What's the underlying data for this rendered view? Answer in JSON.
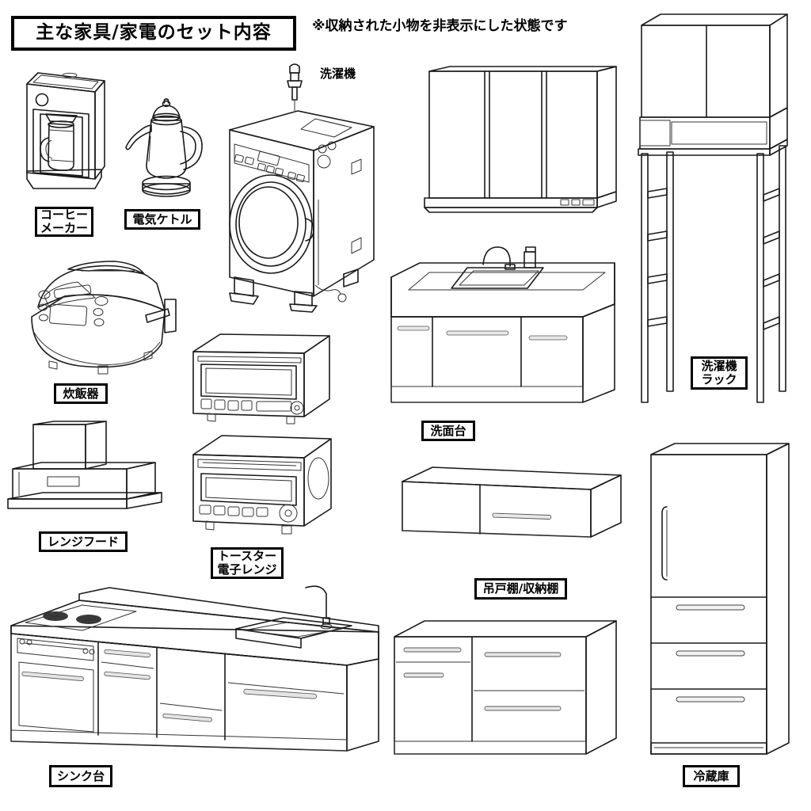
{
  "header": {
    "title": "主な家具/家電のセット内容",
    "note": "※収納された小物を非表示にした状態です"
  },
  "items": [
    {
      "id": "coffee-maker",
      "label_lines": [
        "コーヒー",
        "メーカー"
      ],
      "boxed": true
    },
    {
      "id": "electric-kettle",
      "label_lines": [
        "電気ケトル"
      ],
      "boxed": true
    },
    {
      "id": "washing-machine",
      "label_lines": [
        "洗濯機"
      ],
      "boxed": false
    },
    {
      "id": "rice-cooker",
      "label_lines": [
        "炊飯器"
      ],
      "boxed": true
    },
    {
      "id": "range-hood",
      "label_lines": [
        "レンジフード"
      ],
      "boxed": true
    },
    {
      "id": "toaster-microwave",
      "label_lines": [
        "トースター",
        "電子レンジ"
      ],
      "boxed": true
    },
    {
      "id": "sink-counter",
      "label_lines": [
        "シンク台"
      ],
      "boxed": true
    },
    {
      "id": "vanity",
      "label_lines": [
        "洗面台"
      ],
      "boxed": true
    },
    {
      "id": "wall-cabinet",
      "label_lines": [
        "吊戸棚/収納棚"
      ],
      "boxed": true
    },
    {
      "id": "washer-rack",
      "label_lines": [
        "洗濯機",
        "ラック"
      ],
      "boxed": true
    },
    {
      "id": "refrigerator",
      "label_lines": [
        "冷蔵庫"
      ],
      "boxed": true
    },
    {
      "id": "base-cabinet",
      "label_lines": [],
      "boxed": false
    }
  ],
  "colors": {
    "outline": "#1a1a1a",
    "paper": "#ffffff",
    "light_gray": "#e9e9e9",
    "mid_gray": "#b9b9b9",
    "dark_gray": "#8d8d8d",
    "deep_gray": "#6f6f6f",
    "shadow_gray": "#555555"
  }
}
